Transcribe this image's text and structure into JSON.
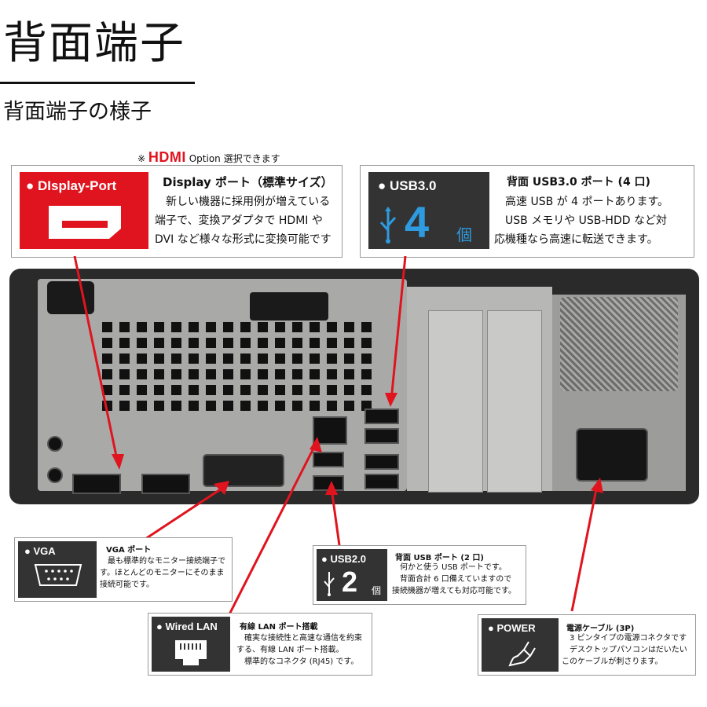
{
  "header": {
    "title": "背面端子",
    "subtitle": "背面端子の様子",
    "hdmi_note_prefix": "※",
    "hdmi_logo": "HDMI",
    "hdmi_note_suffix": "Option 選択できます"
  },
  "callouts": {
    "displayport": {
      "badge": "● DIsplay-Port",
      "title": "Display ポート（標準サイズ）",
      "body": "　新しい機器に採用例が増えている\n端子で、変換アダプタで HDMI や\nDVI など様々な形式に変換可能です"
    },
    "usb3": {
      "badge": "● USB3.0",
      "count": "4",
      "unit": "個",
      "title": "背面 USB3.0 ポート (4 口)",
      "body": "　高速 USB が 4 ポートあります。\n　USB メモリや USB-HDD など対\n応機種なら高速に転送できます。"
    },
    "vga": {
      "badge": "● VGA",
      "title": "VGA ポート",
      "body": "　最も標準的なモニター接続端子で\nす。ほとんどのモニターにそのまま\n接続可能です。"
    },
    "usb2": {
      "badge": "● USB2.0",
      "count": "2",
      "unit": "個",
      "title": "背面 USB ポート (2 口)",
      "body": "　何かと使う USB ポートです。\n　背面合計 6 口備えていますので\n接続機器が増えても対応可能です。"
    },
    "lan": {
      "badge": "● Wired LAN",
      "title": "有線 LAN ポート搭載",
      "body": "　確実な接続性と高速な通信を約束\nする、有線 LAN ポート搭載。\n　標準的なコネクタ (RJ45) です。"
    },
    "power": {
      "badge": "● POWER",
      "title": "電源ケーブル (3P)",
      "body": "　3 ピンタイプの電源コネクタです\n　デスクトップパソコンはだいたい\nこのケーブルが刺さります。"
    }
  },
  "colors": {
    "accent_red": "#e0141e",
    "badge_dark": "#333333",
    "chassis": "#2a2a2a"
  }
}
